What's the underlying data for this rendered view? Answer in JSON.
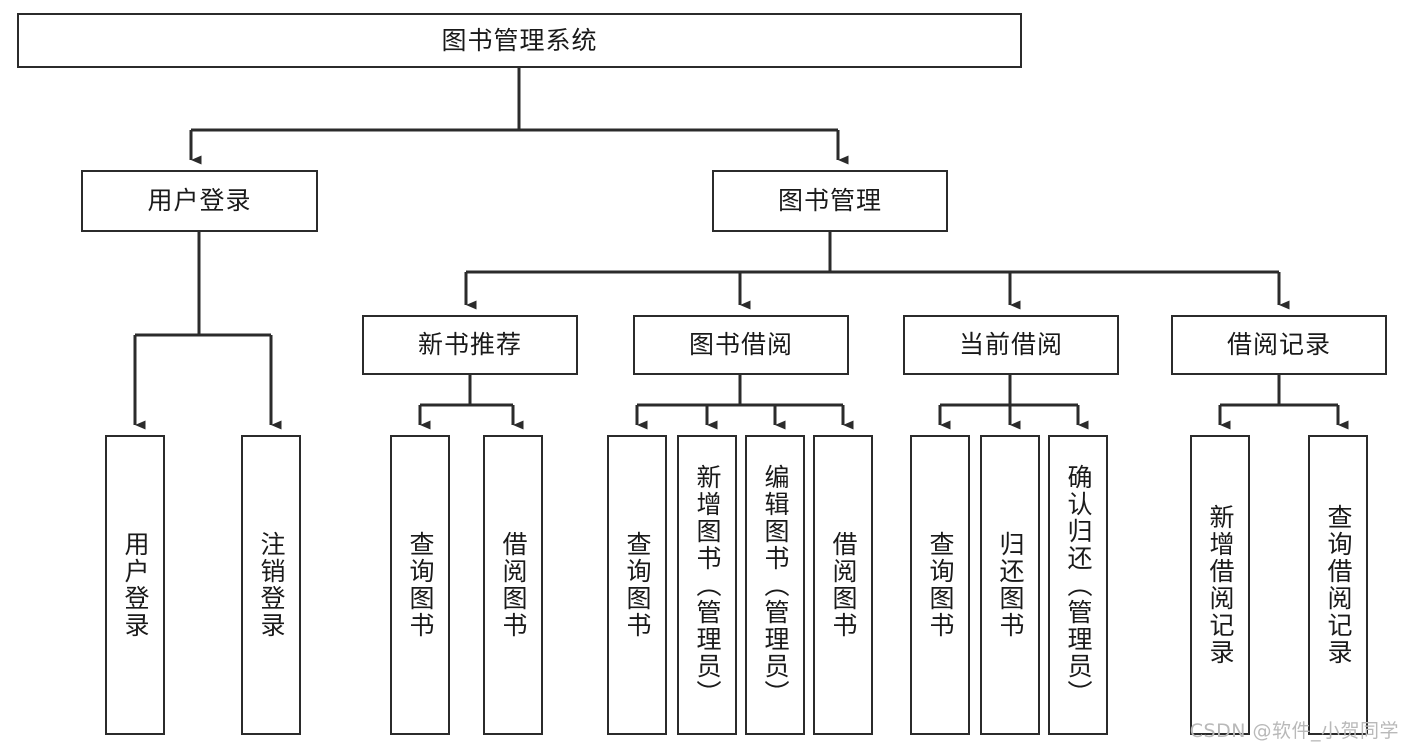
{
  "diagram": {
    "title": "图书管理系统",
    "type": "tree-hierarchy-diagram",
    "root": {
      "id": "root",
      "label": "图书管理系统"
    },
    "level2": [
      {
        "id": "user-login",
        "label": "用户登录"
      },
      {
        "id": "book-management",
        "label": "图书管理"
      }
    ],
    "level3": [
      {
        "id": "new-book-recommend",
        "label": "新书推荐",
        "parent": "book-management"
      },
      {
        "id": "book-borrow",
        "label": "图书借阅",
        "parent": "book-management"
      },
      {
        "id": "current-borrow",
        "label": "当前借阅",
        "parent": "book-management"
      },
      {
        "id": "borrow-record",
        "label": "借阅记录",
        "parent": "book-management"
      }
    ],
    "leaves": [
      {
        "id": "leaf-user-login",
        "label": "用户登录",
        "parent": "user-login"
      },
      {
        "id": "leaf-logout-login",
        "label": "注销登录",
        "parent": "user-login"
      },
      {
        "id": "leaf-query-book-1",
        "label": "查询图书",
        "parent": "new-book-recommend"
      },
      {
        "id": "leaf-borrow-book-1",
        "label": "借阅图书",
        "parent": "new-book-recommend"
      },
      {
        "id": "leaf-query-book-2",
        "label": "查询图书",
        "parent": "book-borrow"
      },
      {
        "id": "leaf-add-book",
        "label": "新增图书（管理员）",
        "parent": "book-borrow"
      },
      {
        "id": "leaf-edit-book",
        "label": "编辑图书（管理员）",
        "parent": "book-borrow"
      },
      {
        "id": "leaf-borrow-book-2",
        "label": "借阅图书",
        "parent": "book-borrow"
      },
      {
        "id": "leaf-query-book-3",
        "label": "查询图书",
        "parent": "current-borrow"
      },
      {
        "id": "leaf-return-book",
        "label": "归还图书",
        "parent": "current-borrow"
      },
      {
        "id": "leaf-confirm-return",
        "label": "确认归还（管理员）",
        "parent": "current-borrow"
      },
      {
        "id": "leaf-add-borrow-record",
        "label": "新增借阅记录",
        "parent": "borrow-record"
      },
      {
        "id": "leaf-query-borrow-record",
        "label": "查询借阅记录",
        "parent": "borrow-record"
      }
    ]
  },
  "watermark": {
    "text": "CSDN @软件_小贺同学"
  },
  "colors": {
    "stroke": "#2b2b2b",
    "background": "#ffffff",
    "text": "#1a1a1a",
    "watermark": "#b9b9b9"
  }
}
